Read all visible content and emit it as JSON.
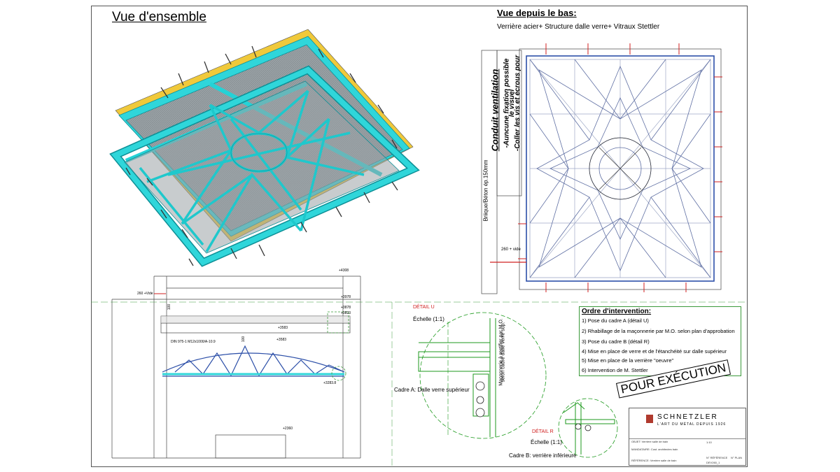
{
  "titles": {
    "overview": "Vue d'ensemble",
    "bottom_view": "Vue depuis le bas:",
    "bottom_sub": "Verrière acier+ Structure dalle verre+ Vitraux Stettler"
  },
  "bottom_view_notes": {
    "duct_title": "Conduit ventilation",
    "duct_l1": "-Auncune fixation possible",
    "duct_l2": "-Coller les vis et écrous pour",
    "duct_l3": "le visuel",
    "wall": "Briique/Béton ép.150mm",
    "gap": "260 + vide"
  },
  "section": {
    "lvl_top": "+4308",
    "lvl_a": "+3978",
    "lvl_b": "+3878",
    "lvl_c": "+3823",
    "lvl_d": "+3583",
    "lvl_e": "+3583",
    "lvl_f": "+3283.8",
    "lvl_g": "+2360",
    "gap": "260 +Vide",
    "profile": "DIN 975-1 M12x1000/A-10.9",
    "dim1": "100",
    "dim2": "100"
  },
  "detail_u": {
    "label": "DÉTAIL U",
    "scale": "Échelle (1:1)",
    "note_l1": "Maçonnerie à rectifier par M.O.",
    "note_l2": "selon cadre dalle verre sup.",
    "caption": "Cadre A: Dalle verre supérieur"
  },
  "detail_r": {
    "label": "DÉTAIL R",
    "scale": "Échelle (1:1)",
    "caption": "Cadre B: verrière inférieure"
  },
  "order": {
    "title": "Ordre d'intervention:",
    "items": [
      "1) Pose du cadre A (détail U)",
      "2) Rhabillage de la maçonnerie par M.O. selon plan d'approbation",
      "3) Pose du cadre B (détail R)",
      "4) Mise en place de verre et de l'étanchéité sur dalle supérieur",
      "5) Mise en place de la verrière \"oeuvre\"",
      "6) Intervention de M. Stettler"
    ]
  },
  "stamp": "POUR EXÉCUTION",
  "title_block": {
    "company": "SCHNETZLER",
    "tagline": "L'ART DU MÉTAL DEPUIS 1926",
    "project": "OBJET: Verrière salle de bain",
    "client": "MANDATAIRE: Cust. architectes bain",
    "reference": "RÉFÉRENCE: Verrière salle de bain",
    "drawing_no": "N° RÉFÉRENCE",
    "sheet_no": "N° PLAN",
    "drawing_val": "DEV260_1",
    "scale_label": "1:10"
  },
  "colors": {
    "cyan": "#25d2d6",
    "cyan_dark": "#0d8f96",
    "yellow": "#f0c93a",
    "green_detail": "#1e9a1e",
    "red_detail": "#d02020",
    "grey_glass": "#8d9599",
    "blue_plan": "#2c4fa8"
  }
}
